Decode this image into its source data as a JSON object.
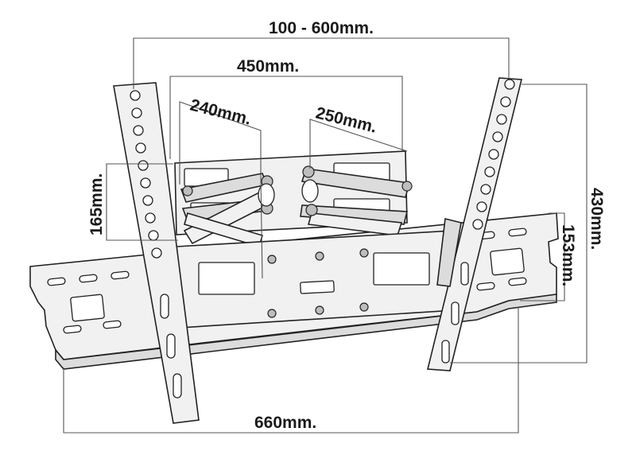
{
  "dimensions": {
    "vesa_width": "100 - 600mm.",
    "wall_plate_width": "450mm.",
    "arm_1": "240mm.",
    "arm_2": "250mm.",
    "wall_plate_height": "165mm.",
    "rail_height": "153mm.",
    "vesa_height": "430mm.",
    "rail_width": "660mm."
  }
}
